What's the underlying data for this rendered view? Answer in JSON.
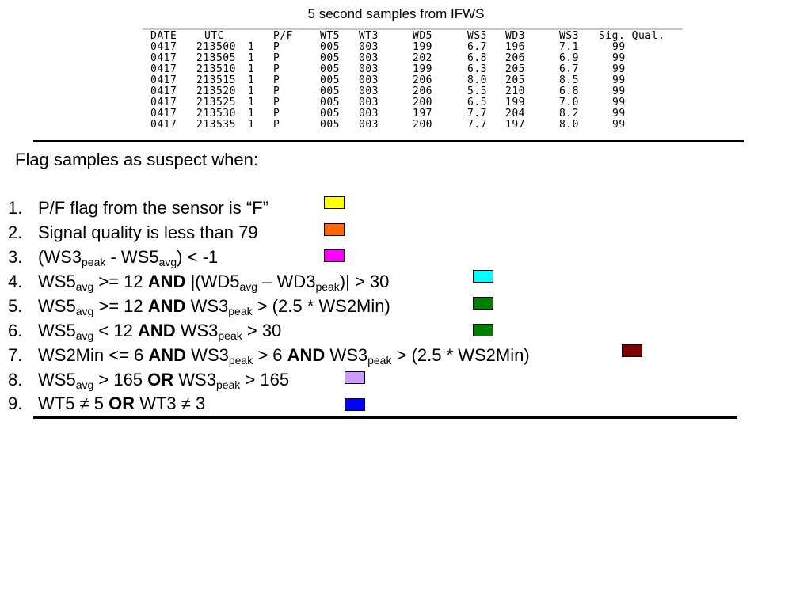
{
  "title": "5 second samples from IFWS",
  "table": {
    "headers": [
      "DATE",
      "UTC",
      "P/F",
      "WT5",
      "WT3",
      "WD5",
      "WS5",
      "WD3",
      "WS3",
      "Sig. Qual."
    ],
    "rows": [
      [
        "0417",
        "213500",
        "1",
        "P",
        "005",
        "003",
        "199",
        "6.7",
        "196",
        "7.1",
        "99"
      ],
      [
        "0417",
        "213505",
        "1",
        "P",
        "005",
        "003",
        "202",
        "6.8",
        "206",
        "6.9",
        "99"
      ],
      [
        "0417",
        "213510",
        "1",
        "P",
        "005",
        "003",
        "199",
        "6.3",
        "205",
        "6.7",
        "99"
      ],
      [
        "0417",
        "213515",
        "1",
        "P",
        "005",
        "003",
        "206",
        "8.0",
        "205",
        "8.5",
        "99"
      ],
      [
        "0417",
        "213520",
        "1",
        "P",
        "005",
        "003",
        "206",
        "5.5",
        "210",
        "6.8",
        "99"
      ],
      [
        "0417",
        "213525",
        "1",
        "P",
        "005",
        "003",
        "200",
        "6.5",
        "199",
        "7.0",
        "99"
      ],
      [
        "0417",
        "213530",
        "1",
        "P",
        "005",
        "003",
        "197",
        "7.7",
        "204",
        "8.2",
        "99"
      ],
      [
        "0417",
        "213535",
        "1",
        "P",
        "005",
        "003",
        "200",
        "7.7",
        "197",
        "8.0",
        "99"
      ]
    ]
  },
  "intro": "Flag samples as suspect when:",
  "rules": [
    {
      "num": "1.",
      "parts": [
        [
          "t",
          "P/F flag from the sensor is “F”"
        ]
      ],
      "color": "#ffff00"
    },
    {
      "num": "2.",
      "parts": [
        [
          "t",
          "Signal quality is less than 79"
        ]
      ],
      "color": "#ff6600"
    },
    {
      "num": "3.",
      "parts": [
        [
          "t",
          "(WS3"
        ],
        [
          "s",
          "peak"
        ],
        [
          "t",
          " - WS5"
        ],
        [
          "s",
          "avg"
        ],
        [
          "t",
          ") < -1"
        ]
      ],
      "color": "#ff00ff"
    },
    {
      "num": "4.",
      "parts": [
        [
          "t",
          "WS5"
        ],
        [
          "s",
          "avg"
        ],
        [
          "t",
          " >= 12 "
        ],
        [
          "b",
          "AND"
        ],
        [
          "t",
          " |(WD5"
        ],
        [
          "s",
          "avg"
        ],
        [
          "t",
          " –  WD3"
        ],
        [
          "s",
          "peak"
        ],
        [
          "t",
          ")| > 30"
        ]
      ],
      "color": "#00ffff"
    },
    {
      "num": "5.",
      "parts": [
        [
          "t",
          "WS5"
        ],
        [
          "s",
          "avg"
        ],
        [
          "t",
          " >= 12 "
        ],
        [
          "b",
          "AND"
        ],
        [
          "t",
          " WS3"
        ],
        [
          "s",
          "peak"
        ],
        [
          "t",
          " > (2.5 * WS2Min)"
        ]
      ],
      "color": "#008000"
    },
    {
      "num": "6.",
      "parts": [
        [
          "t",
          "WS5"
        ],
        [
          "s",
          "avg"
        ],
        [
          "t",
          " < 12 "
        ],
        [
          "b",
          "AND"
        ],
        [
          "t",
          " WS3"
        ],
        [
          "s",
          "peak"
        ],
        [
          "t",
          " > 30"
        ]
      ],
      "color": "#008000"
    },
    {
      "num": "7.",
      "parts": [
        [
          "t",
          "WS2Min <= 6 "
        ],
        [
          "b",
          "AND"
        ],
        [
          "t",
          " WS3"
        ],
        [
          "s",
          "peak"
        ],
        [
          "t",
          " > 6 "
        ],
        [
          "b",
          "AND"
        ],
        [
          "t",
          " WS3"
        ],
        [
          "s",
          "peak"
        ],
        [
          "t",
          " > (2.5 * WS2Min)"
        ]
      ],
      "color": "#800000"
    },
    {
      "num": "8.",
      "parts": [
        [
          "t",
          "WS5"
        ],
        [
          "s",
          "avg"
        ],
        [
          "t",
          " > 165 "
        ],
        [
          "b",
          "OR"
        ],
        [
          "t",
          " WS3"
        ],
        [
          "s",
          "peak"
        ],
        [
          "t",
          " > 165"
        ]
      ],
      "color": "#cc99ff"
    },
    {
      "num": "9.",
      "parts": [
        [
          "t",
          "WT5 ≠ 5 "
        ],
        [
          "b",
          "OR"
        ],
        [
          "t",
          " WT3 ≠ 3"
        ]
      ],
      "color": "#0000ff"
    }
  ]
}
